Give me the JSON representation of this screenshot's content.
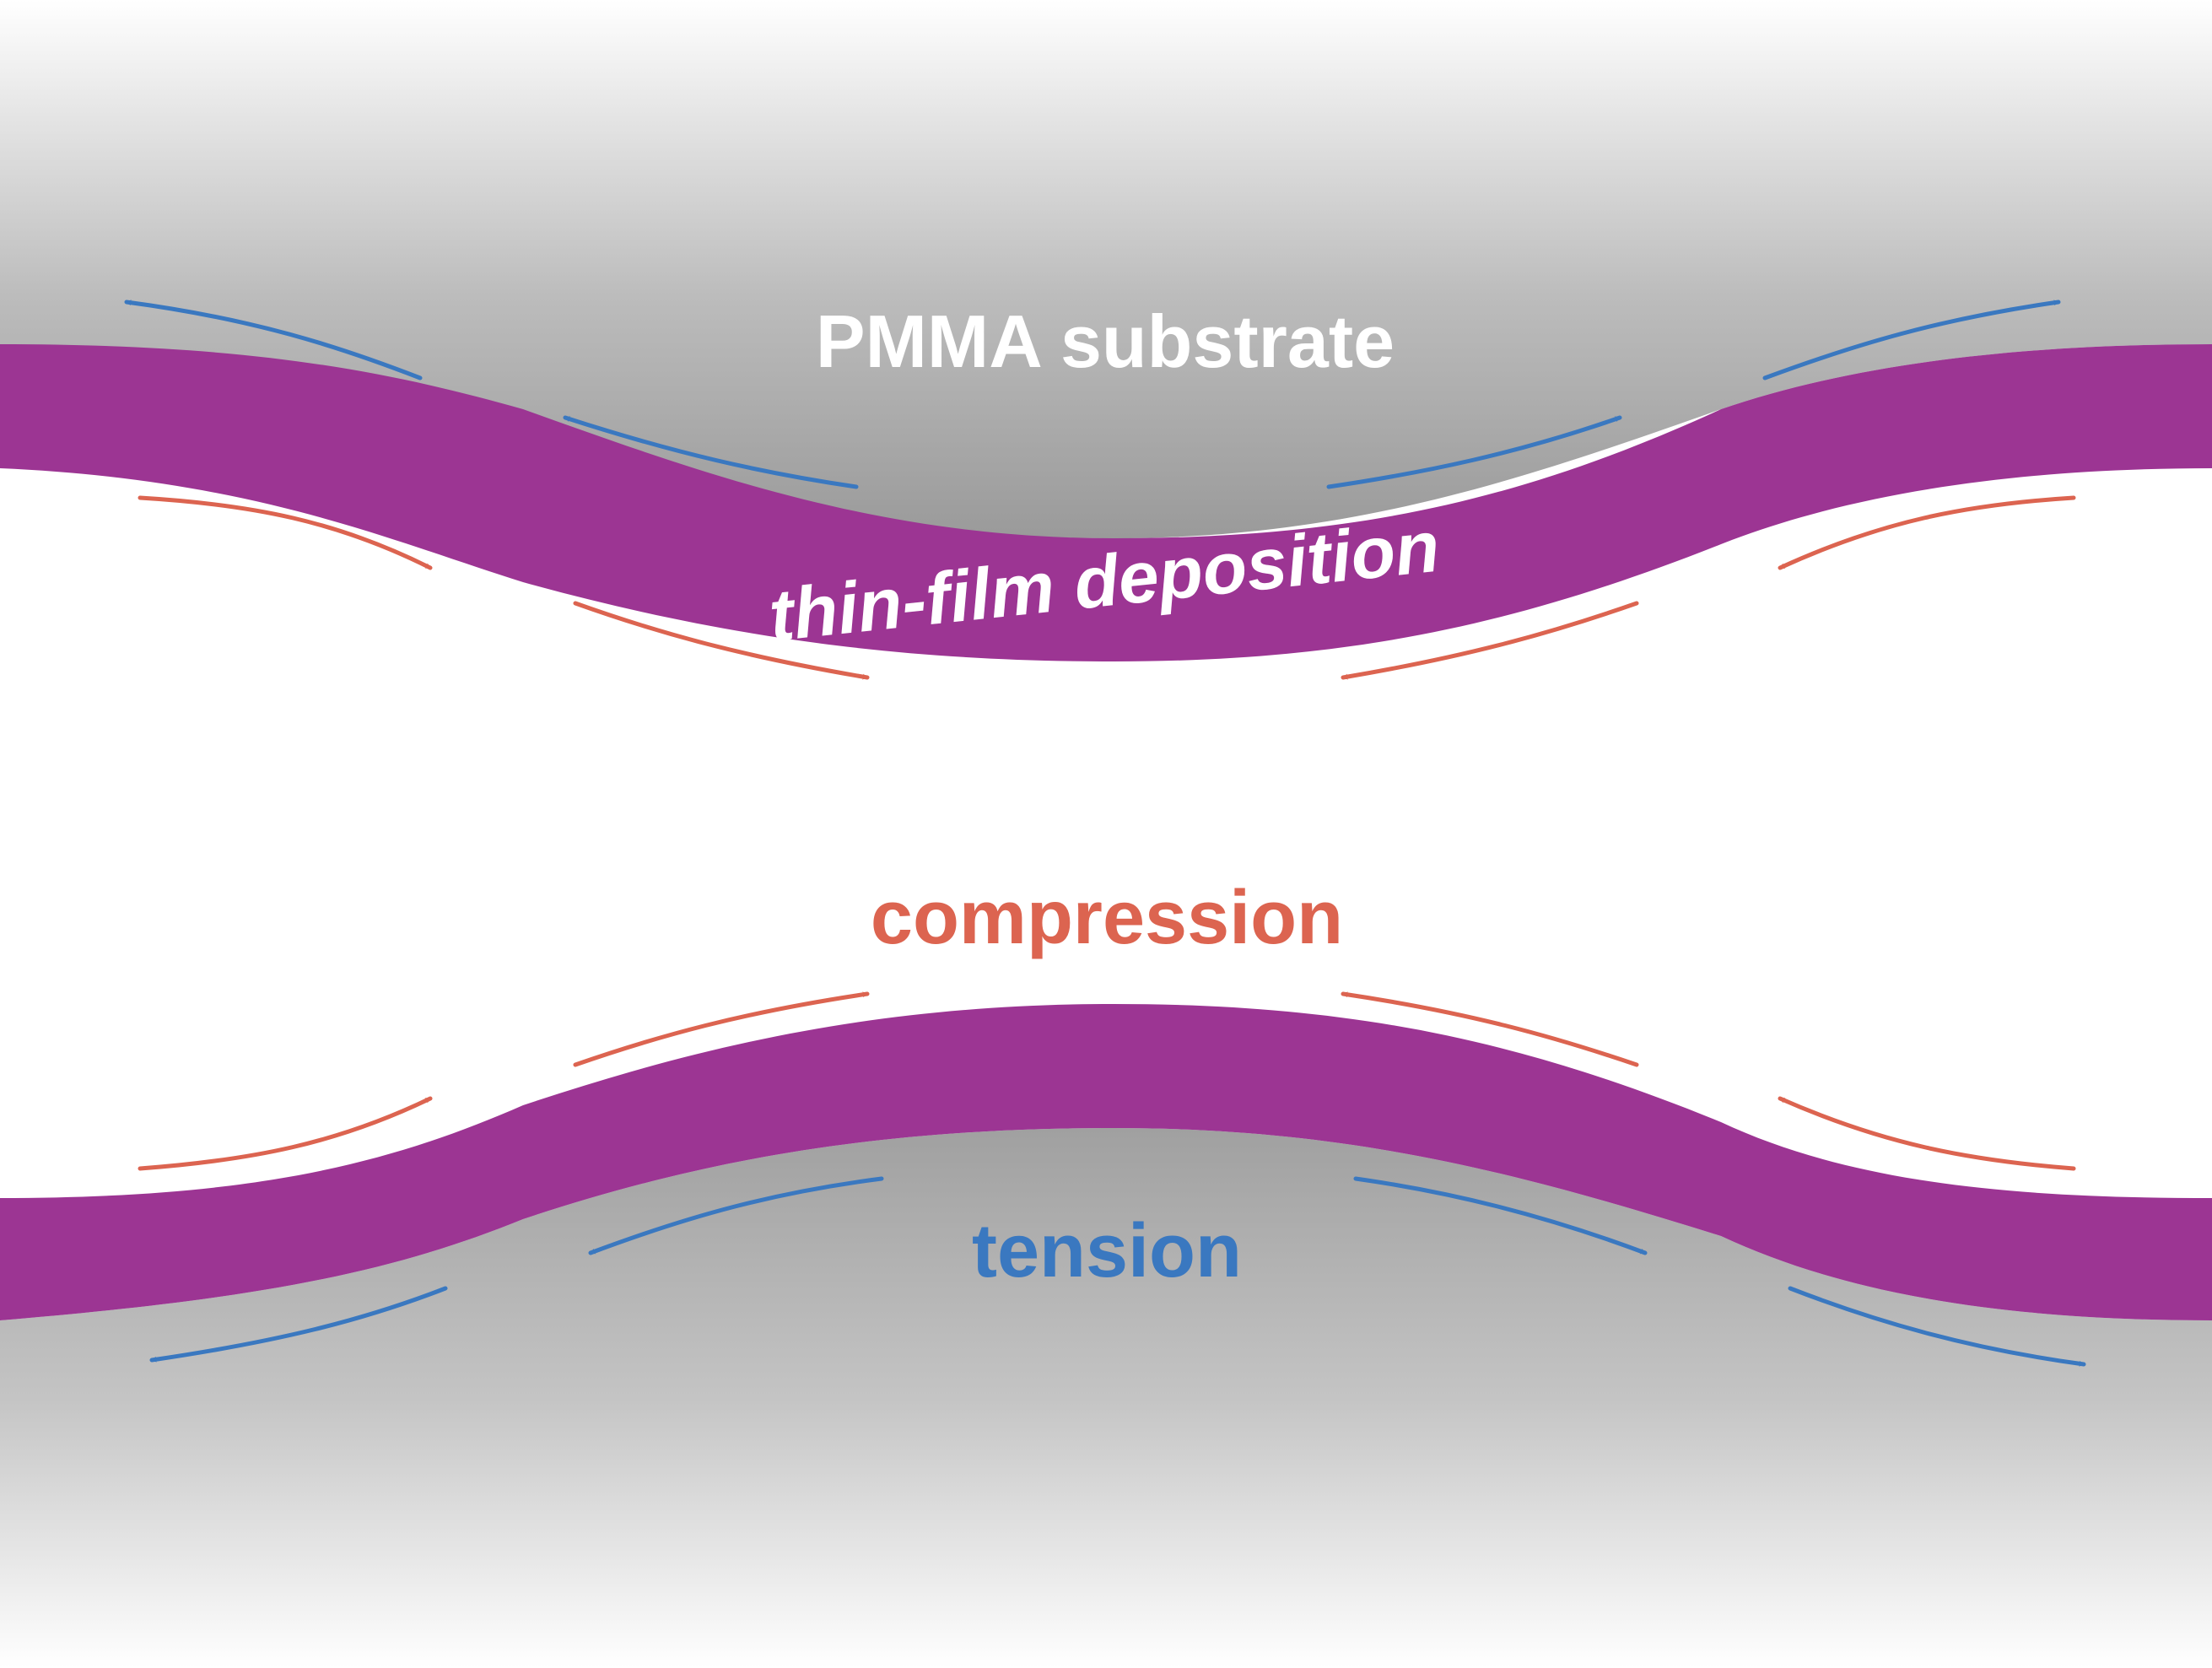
{
  "labels": {
    "substrate": "PMMA substrate",
    "film": "thin-film deposition",
    "compression": "compression",
    "tension": "tension"
  },
  "colors": {
    "film": "#9c3593",
    "compression": "#dc6450",
    "tension": "#3a78c0",
    "substrate_dark": "#9a9a9a",
    "substrate_light": "#ffffff",
    "label_light": "#ffffff"
  }
}
